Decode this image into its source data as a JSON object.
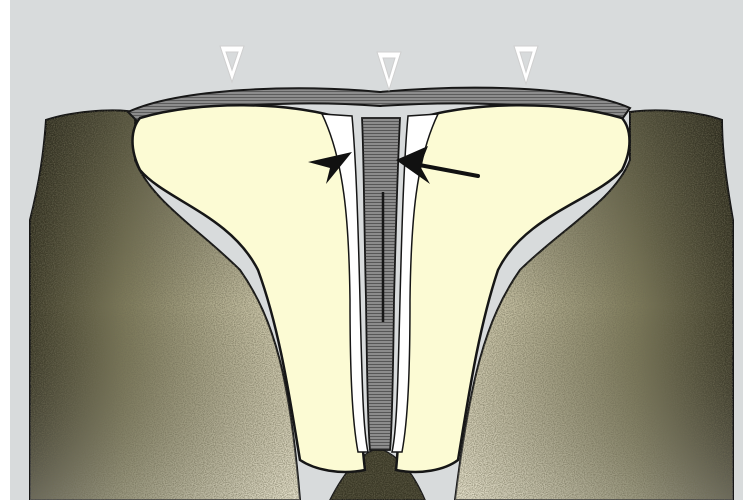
{
  "figure": {
    "labels": [],
    "markers": {
      "white_arrowheads": 3,
      "black_arrowheads": 1,
      "black_arrows": 1
    }
  },
  "colors": {
    "background": "#d8dbdc",
    "tissue_dark": "#3a3826",
    "tissue_mid": "#7d7a5a",
    "tissue_light": "#e2dcc0",
    "cavity_fill": "#fcfbd4",
    "fibrous_band": "#8c8c8c",
    "outline": "#161616",
    "lumen_white": "#ffffff",
    "marker_white": "#ffffff",
    "marker_black": "#111111"
  },
  "icons": {
    "top_markers": "white-arrowhead-icon",
    "septum_marker_left": "black-arrowhead-icon",
    "septum_marker_right": "black-arrow-icon"
  }
}
